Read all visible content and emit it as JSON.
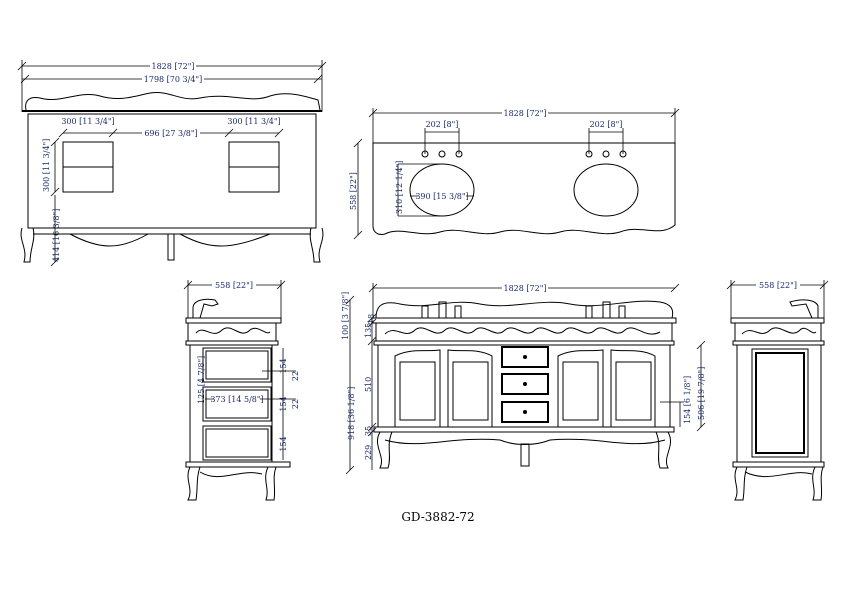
{
  "model_code": "GD-3882-72",
  "back_view": {
    "overall_width": "1828 [72\"]",
    "top_width": "1798 [70 3/4\"]",
    "cutout_left_width": "300 [11 3/4\"]",
    "cutout_right_width": "300 [11 3/4\"]",
    "cutout_spacing": "696 [27 3/8\"]",
    "cutout_height": "300 [11 3/4\"]",
    "floor_to_cutout": "414 [16 3/8\"]"
  },
  "top_view": {
    "overall_width": "1828 [72\"]",
    "faucet_spread_left": "202 [8\"]",
    "faucet_spread_right": "202 [8\"]",
    "depth": "558 [22\"]",
    "sink_depth": "310 [12 1/4\"]",
    "sink_width": "390 [15 3/8\"]"
  },
  "left_side_view": {
    "depth": "558 [22\"]",
    "drawer_height_1": "154",
    "drawer_height_2": "154",
    "drawer_height_3": "154",
    "drawer_gap_1": "22",
    "drawer_gap_2": "22",
    "drawer_depth": "373 [14 5/8\"]",
    "drawer_inner_height": "125 [4 7/8\"]"
  },
  "front_view": {
    "overall_width": "1828 [72\"]",
    "backsplash_height": "100 [3 7/8\"]",
    "top_thickness": "18",
    "apron_height": "135",
    "cabinet_height": "510",
    "overall_height": "918 [36 1/8\"]",
    "base_rail": "35",
    "leg_height": "229",
    "drawer_height": "154 [6 1/8\"]",
    "door_height": "506 [19 7/8\"]"
  },
  "right_side_view": {
    "depth": "558 [22\"]"
  }
}
